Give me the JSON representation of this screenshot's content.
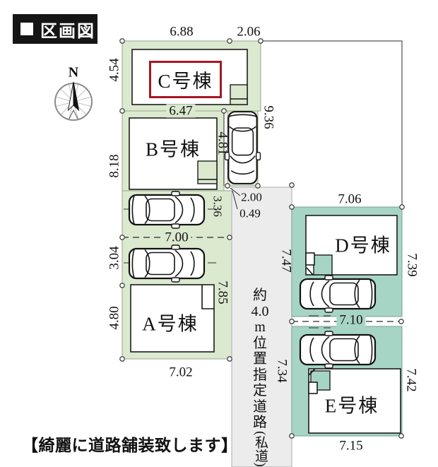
{
  "legend": {
    "title": "区画図"
  },
  "compass": {
    "north_label": "N"
  },
  "plots": {
    "a": {
      "name": "A号棟"
    },
    "b": {
      "name": "B号棟"
    },
    "c": {
      "name": "C号棟"
    },
    "d": {
      "name": "D号棟"
    },
    "e": {
      "name": "E号棟"
    }
  },
  "dimensions": {
    "c_top_width": "6.88",
    "c_top_offset": "2.06",
    "c_left_depth": "4.54",
    "b_top_width": "6.47",
    "b_left_depth": "8.18",
    "c_parking_depth": "9.36",
    "b_right_depth": "4.81",
    "road_entrance_width": "2.00",
    "road_entrance_offset": "0.49",
    "b_parking_depth": "3.36",
    "ab_boundary_width": "7.00",
    "a_parking_depth": "3.04",
    "a_right_depth": "7.85",
    "a_left_depth": "4.80",
    "a_bottom_width": "7.02",
    "d_top_width": "7.06",
    "d_road_frontage": "7.47",
    "d_right_depth": "7.39",
    "de_boundary_width": "7.10",
    "e_road_frontage": "7.34",
    "e_right_depth": "7.42",
    "e_bottom_width": "7.15"
  },
  "road": {
    "label_lines": [
      "約",
      "4.0",
      "m",
      "位",
      "置",
      "指",
      "定",
      "道",
      "路",
      "(私道)"
    ]
  },
  "caption": "【綺麗に道路舗装致します】",
  "colors": {
    "plot_green": "#dbe9cf",
    "plot_teal": "#a7d5c5",
    "road_gray": "#ececec",
    "accent_red": "#a61620"
  }
}
